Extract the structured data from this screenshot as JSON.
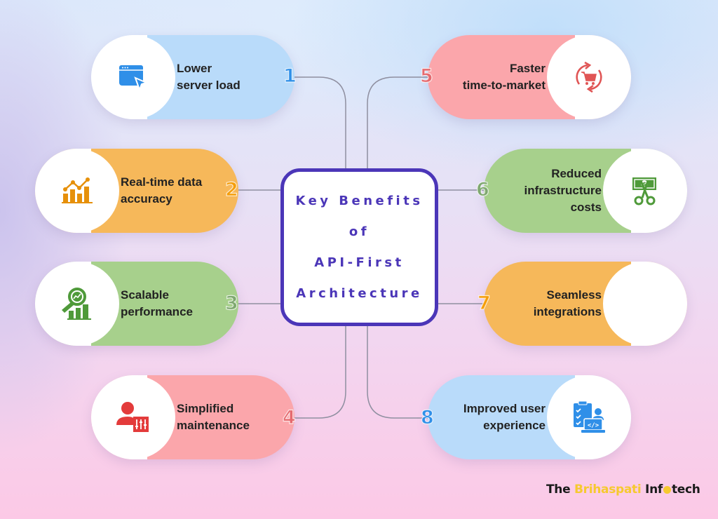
{
  "title": {
    "lines": [
      "Key Benefits",
      "of",
      "API-First",
      "Architecture"
    ],
    "color": "#4b36b8"
  },
  "benefits": [
    {
      "number": "1",
      "lines": [
        "Lower",
        "server load"
      ],
      "color": "#b9dbfa",
      "number_color": "#2f8fe8",
      "icon": "browser-cursor-icon",
      "icon_color": "#2f8fe8",
      "side": "left"
    },
    {
      "number": "2",
      "lines": [
        "Real-time data",
        "accuracy"
      ],
      "color": "#f6b85a",
      "number_color": "#f59e0b",
      "icon": "bar-chart-trend-icon",
      "icon_color": "#e6900a",
      "side": "left"
    },
    {
      "number": "3",
      "lines": [
        "Scalable",
        "performance"
      ],
      "color": "#a7d08c",
      "number_color": "#7fa870",
      "icon": "magnifier-chart-icon",
      "icon_color": "#4f9a3a",
      "side": "left"
    },
    {
      "number": "4",
      "lines": [
        "Simplified",
        "maintenance"
      ],
      "color": "#fba6ab",
      "number_color": "#e56a6f",
      "icon": "user-settings-icon",
      "icon_color": "#e33b3b",
      "side": "left"
    },
    {
      "number": "5",
      "lines": [
        "Faster",
        "time-to-market"
      ],
      "color": "#fba6ab",
      "number_color": "#e56a6f",
      "icon": "cart-refresh-icon",
      "icon_color": "#e05555",
      "side": "right"
    },
    {
      "number": "6",
      "lines": [
        "Reduced",
        "infrastructure",
        "costs"
      ],
      "color": "#a7d08c",
      "number_color": "#7fa870",
      "icon": "money-scissors-icon",
      "icon_color": "#4f9a3a",
      "side": "right"
    },
    {
      "number": "7",
      "lines": [
        "Seamless",
        "integrations"
      ],
      "color": "#f6b85a",
      "number_color": "#f59e0b",
      "icon": "",
      "icon_color": "",
      "side": "right"
    },
    {
      "number": "8",
      "lines": [
        "Improved user",
        "experience"
      ],
      "color": "#b9dbfa",
      "number_color": "#2f8fe8",
      "icon": "checklist-code-icon",
      "icon_color": "#2f8fe8",
      "side": "right"
    }
  ],
  "brand": {
    "part1": "The ",
    "part2": "Brihaspati",
    "part3": " Inf",
    "part4": "tech"
  }
}
